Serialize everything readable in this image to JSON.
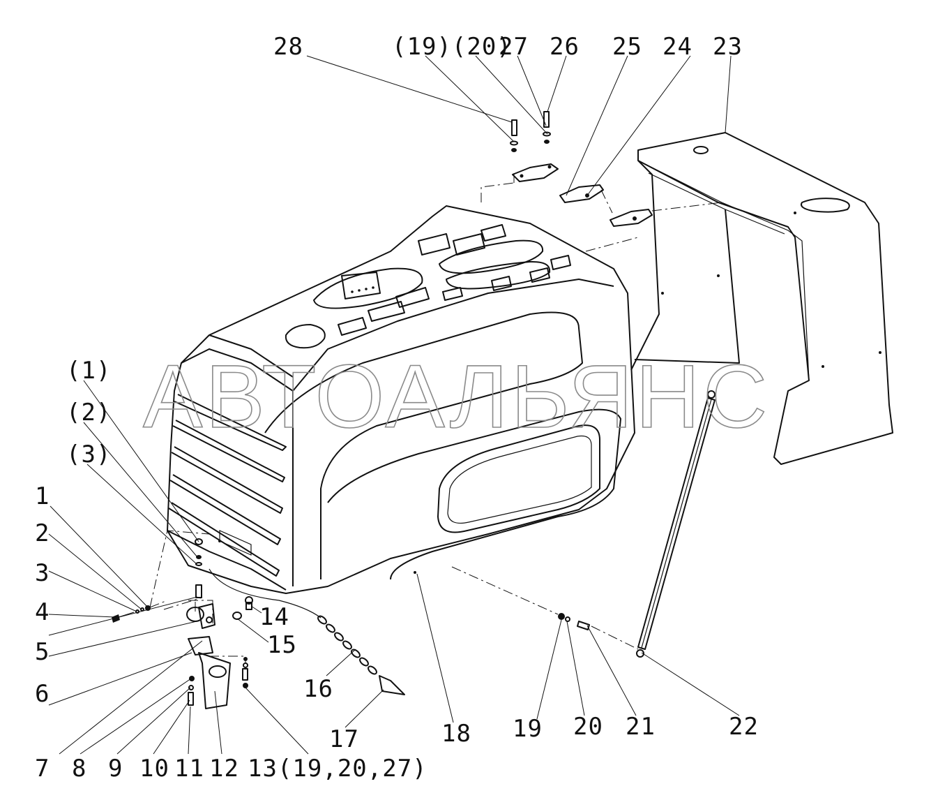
{
  "watermark": "АВТОАЛЬЯНС",
  "callouts": [
    {
      "id": "28",
      "label": "28"
    },
    {
      "id": "p19",
      "label": "(19)(20)"
    },
    {
      "id": "27",
      "label": "27"
    },
    {
      "id": "26",
      "label": "26"
    },
    {
      "id": "25",
      "label": "25"
    },
    {
      "id": "24",
      "label": "24"
    },
    {
      "id": "23",
      "label": "23"
    },
    {
      "id": "p1",
      "label": "(1)"
    },
    {
      "id": "p2",
      "label": "(2)"
    },
    {
      "id": "p3",
      "label": "(3)"
    },
    {
      "id": "1",
      "label": "1"
    },
    {
      "id": "2",
      "label": "2"
    },
    {
      "id": "3",
      "label": "3"
    },
    {
      "id": "4",
      "label": "4"
    },
    {
      "id": "5",
      "label": "5"
    },
    {
      "id": "6",
      "label": "6"
    },
    {
      "id": "7",
      "label": "7"
    },
    {
      "id": "8",
      "label": "8"
    },
    {
      "id": "9",
      "label": "9"
    },
    {
      "id": "10",
      "label": "10"
    },
    {
      "id": "11",
      "label": "11"
    },
    {
      "id": "12",
      "label": "12"
    },
    {
      "id": "13",
      "label": "13(19,20,27)"
    },
    {
      "id": "14",
      "label": "14"
    },
    {
      "id": "15",
      "label": "15"
    },
    {
      "id": "16",
      "label": "16"
    },
    {
      "id": "17",
      "label": "17"
    },
    {
      "id": "18",
      "label": "18"
    },
    {
      "id": "19",
      "label": "19"
    },
    {
      "id": "20",
      "label": "20"
    },
    {
      "id": "21",
      "label": "21"
    },
    {
      "id": "22",
      "label": "22"
    }
  ]
}
